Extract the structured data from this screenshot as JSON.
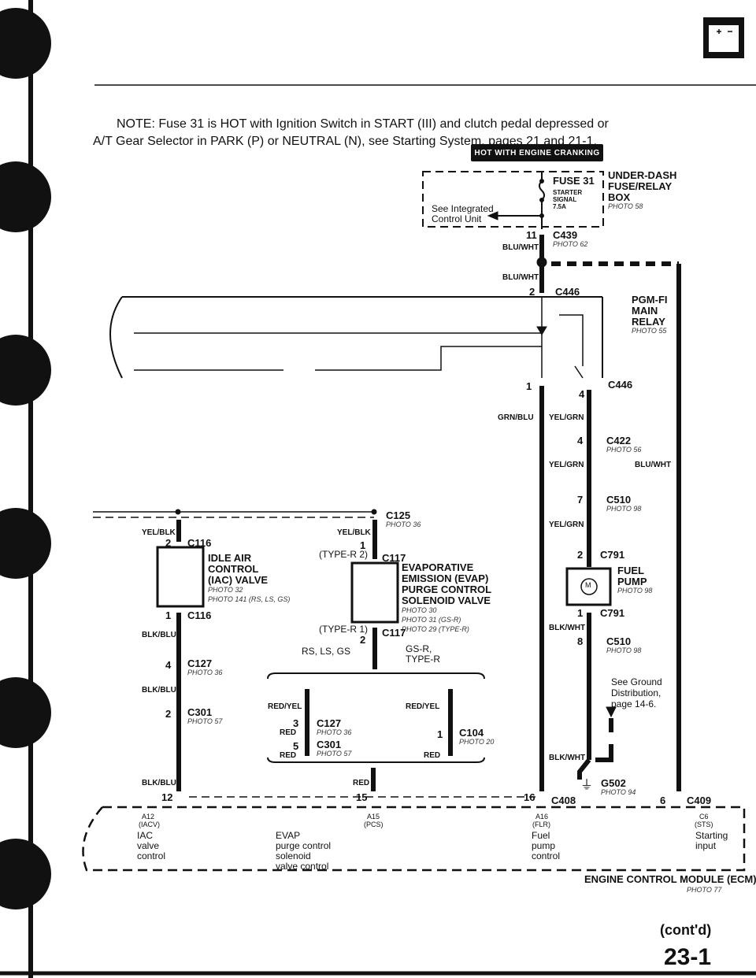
{
  "note": {
    "line1": "NOTE: Fuse 31 is HOT with Ignition Switch in START (III) and clutch pedal depressed or",
    "line2": "A/T Gear Selector in PARK (P) or NEUTRAL (N), see Starting System, pages 21 and 21-1."
  },
  "badge": "HOT WITH ENGINE CRANKING",
  "fusebox": {
    "fuse": "FUSE 31",
    "desc1": "STARTER",
    "desc2": "SIGNAL",
    "rating": "7.5A",
    "see1": "See Integrated",
    "see2": "Control Unit",
    "name1": "UNDER-DASH",
    "name2": "FUSE/RELAY",
    "name3": "BOX",
    "photo": "PHOTO 58"
  },
  "c439": {
    "pin": "11",
    "name": "C439",
    "photo": "PHOTO 62",
    "wire": "BLU/WHT"
  },
  "c446_top": {
    "pin": "2",
    "name": "C446",
    "wire": "BLU/WHT"
  },
  "relay": {
    "name1": "PGM-FI",
    "name2": "MAIN",
    "name3": "RELAY",
    "photo": "PHOTO 55"
  },
  "c446_bot": {
    "pin1": "1",
    "pin4": "4",
    "name": "C446"
  },
  "wires": {
    "grn_blu": "GRN/BLU",
    "yel_grn1": "YEL/GRN",
    "yel_grn2": "YEL/GRN",
    "yel_grn3": "YEL/GRN",
    "blu_wht": "BLU/WHT",
    "blk_wht1": "BLK/WHT",
    "blk_wht2": "BLK/WHT"
  },
  "c422": {
    "pin": "4",
    "name": "C422",
    "photo": "PHOTO 56"
  },
  "c510a": {
    "pin": "7",
    "name": "C510",
    "photo": "PHOTO 98"
  },
  "c791a": {
    "pin": "2",
    "name": "C791"
  },
  "fuelpump": {
    "name1": "FUEL",
    "name2": "PUMP",
    "photo": "PHOTO 98",
    "motor": "M"
  },
  "c791b": {
    "pin": "1",
    "name": "C791"
  },
  "c510b": {
    "pin": "8",
    "name": "C510",
    "photo": "PHOTO 98"
  },
  "ground_note": {
    "l1": "See Ground",
    "l2": "Distribution,",
    "l3": "page 14-6."
  },
  "g502": {
    "name": "G502",
    "photo": "PHOTO 94"
  },
  "c125": {
    "name": "C125",
    "photo": "PHOTO 36"
  },
  "iac": {
    "wire_in": "YEL/BLK",
    "pin_in": "2",
    "conn": "C116",
    "name1": "IDLE AIR",
    "name2": "CONTROL",
    "name3": "(IAC) VALVE",
    "photo1": "PHOTO 32",
    "photo2": "PHOTO 141 (RS, LS, GS)",
    "pin_out": "1",
    "conn_out": "C116",
    "wire_out1": "BLK/BLU",
    "wire_out2": "BLK/BLU",
    "wire_out3": "BLK/BLU",
    "c127_pin": "4",
    "c127": "C127",
    "c127_photo": "PHOTO 36",
    "c301_pin": "2",
    "c301": "C301",
    "c301_photo": "PHOTO 57",
    "ecm_pin": "12"
  },
  "evap": {
    "wire_in": "YEL/BLK",
    "pin_in": "1",
    "typer_in": "(TYPE-R  2)",
    "conn": "C117",
    "name1": "EVAPORATIVE",
    "name2": "EMISSION (EVAP)",
    "name3": "PURGE CONTROL",
    "name4": "SOLENOID VALVE",
    "photo1": "PHOTO 30",
    "photo2": "PHOTO 31 (GS-R)",
    "photo3": "PHOTO 29 (TYPE-R)",
    "typer_out": "(TYPE-R  1)",
    "pin_out": "2",
    "conn_out": "C117",
    "variant_left": "RS, LS, GS",
    "variant_right1": "GS-R,",
    "variant_right2": "TYPE-R"
  },
  "evap_left": {
    "wire1": "RED/YEL",
    "pin1": "3",
    "c127": "C127",
    "c127_photo": "PHOTO 36",
    "wire2": "RED",
    "pin2": "5",
    "c301": "C301",
    "c301_photo": "PHOTO 57",
    "wire3": "RED"
  },
  "evap_right": {
    "wire1": "RED/YEL",
    "pin": "1",
    "c104": "C104",
    "photo": "PHOTO 20",
    "wire2": "RED"
  },
  "evap_out": {
    "wire": "RED",
    "pin": "15"
  },
  "c408": {
    "pin": "16",
    "name": "C408"
  },
  "c409": {
    "pin": "6",
    "name": "C409"
  },
  "ecm": {
    "t1_code": "A12",
    "t1_abbr": "(IACV)",
    "t1_l1": "IAC",
    "t1_l2": "valve",
    "t1_l3": "control",
    "t2_code": "A15",
    "t2_abbr": "(PCS)",
    "t2_l1": "EVAP",
    "t2_l2": "purge control",
    "t2_l3": "solenoid",
    "t2_l4": "valve control",
    "t3_code": "A16",
    "t3_abbr": "(FLR)",
    "t3_l1": "Fuel",
    "t3_l2": "pump",
    "t3_l3": "control",
    "t4_code": "C6",
    "t4_abbr": "(STS)",
    "t4_l1": "Starting",
    "t4_l2": "input",
    "name": "ENGINE CONTROL MODULE (ECM)",
    "photo": "PHOTO 77"
  },
  "footer": {
    "contd": "(cont'd)",
    "page": "23-1"
  }
}
